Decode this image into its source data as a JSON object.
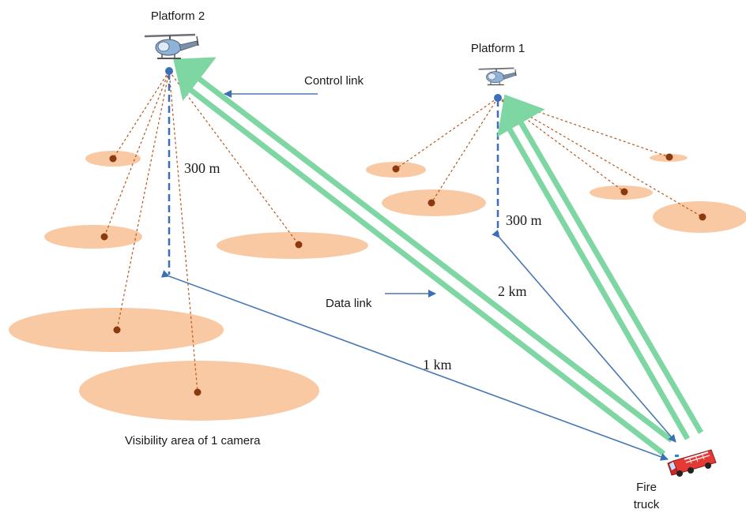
{
  "labels": {
    "platform2": "Platform 2",
    "platform1": "Platform 1",
    "control_link": "Control link",
    "data_link": "Data link",
    "altitude_p2": "300 m",
    "altitude_p1": "300 m",
    "distance_p1": "2 km",
    "distance_p2": "1 km",
    "visibility_area": "Visibility area of 1 camera",
    "fire_truck_line1": "Fire",
    "fire_truck_line2": "truck"
  },
  "colors": {
    "area_fill": "#f9c9a4",
    "target_dot": "#8b3a0e",
    "camera_ray": "#b5561d",
    "link_arrow": "#4a78b5",
    "data_link_band": "#7ed6a2",
    "altitude_line": "#3b6fb6"
  },
  "icons": {
    "platform": "helicopter-icon",
    "ground_unit": "fire-truck-icon"
  }
}
